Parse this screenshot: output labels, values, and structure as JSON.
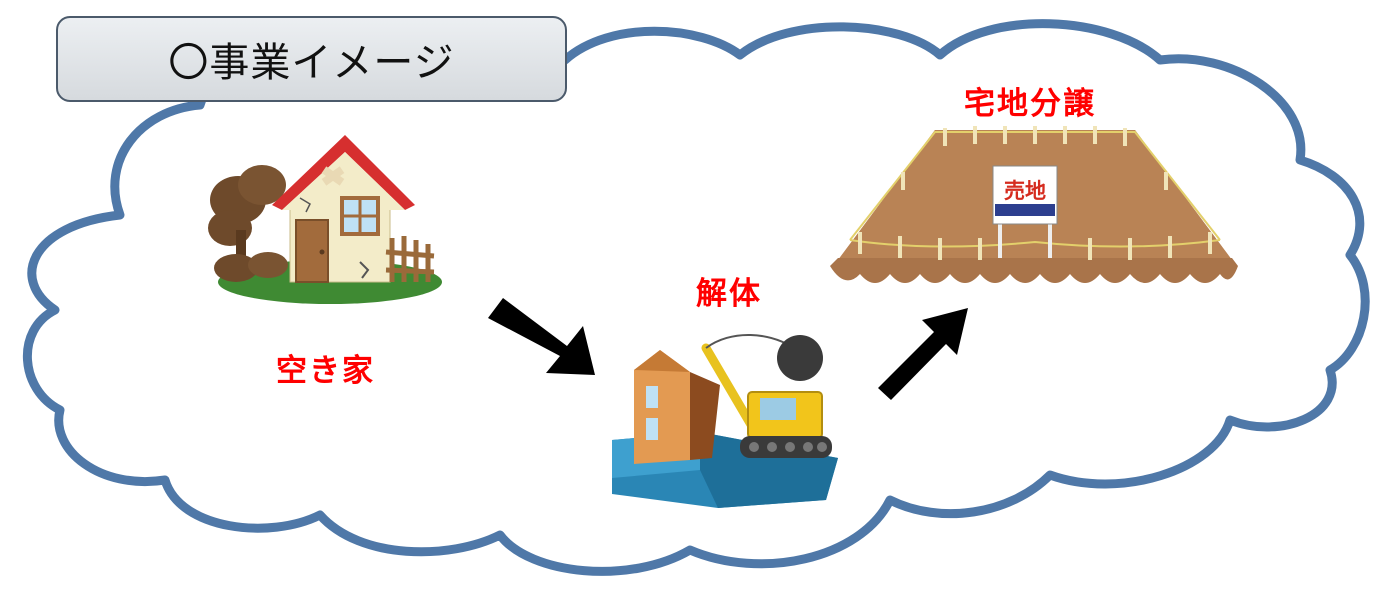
{
  "title": "〇事業イメージ",
  "steps": [
    {
      "label": "空き家",
      "icon": "vacant-house-icon"
    },
    {
      "label": "解体",
      "icon": "demolition-crane-icon"
    },
    {
      "label": "宅地分譲",
      "icon": "land-for-sale-icon"
    }
  ],
  "sign_text": "売地",
  "colors": {
    "cloud_outline": "#4f78a8",
    "label": "#ff0000",
    "arrow": "#000000"
  }
}
